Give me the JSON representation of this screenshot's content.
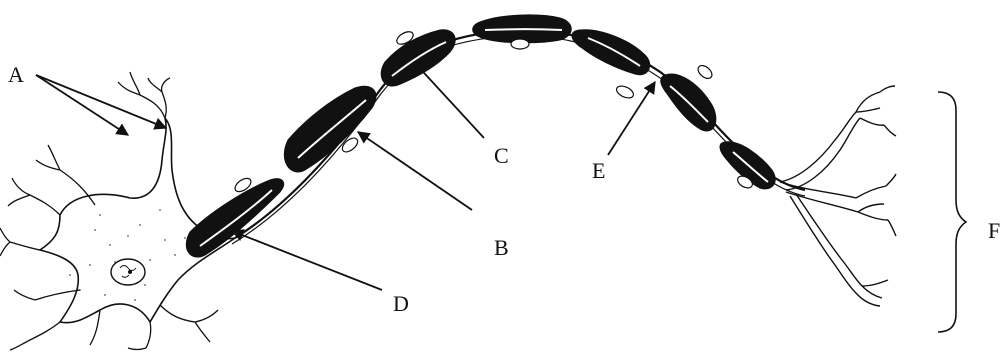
{
  "diagram": {
    "labels": {
      "A": "A",
      "B": "B",
      "C": "C",
      "D": "D",
      "E": "E",
      "F": "F"
    },
    "colors": {
      "ink": "#111111",
      "myelin": "#111111",
      "background": "#ffffff"
    }
  }
}
